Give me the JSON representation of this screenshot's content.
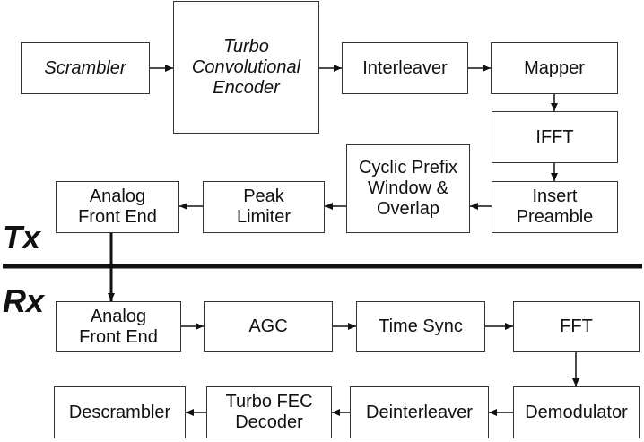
{
  "labels": {
    "tx": "Tx",
    "rx": "Rx"
  },
  "blocks": {
    "scrambler": "Scrambler",
    "turbo_encoder": "Turbo\nConvolutional\nEncoder",
    "interleaver": "Interleaver",
    "mapper": "Mapper",
    "ifft": "IFFT",
    "insert_preamble": "Insert\nPreamble",
    "cyclic_prefix": "Cyclic Prefix\nWindow &\nOverlap",
    "peak_limiter": "Peak\nLimiter",
    "tx_afe": "Analog\nFront End",
    "rx_afe": "Analog\nFront End",
    "agc": "AGC",
    "time_sync": "Time Sync",
    "fft": "FFT",
    "demodulator": "Demodulator",
    "deinterleaver": "Deinterleaver",
    "turbo_fec_decoder": "Turbo FEC\nDecoder",
    "descrambler": "Descrambler"
  },
  "colors": {
    "line": "#111111",
    "border": "#333333"
  }
}
